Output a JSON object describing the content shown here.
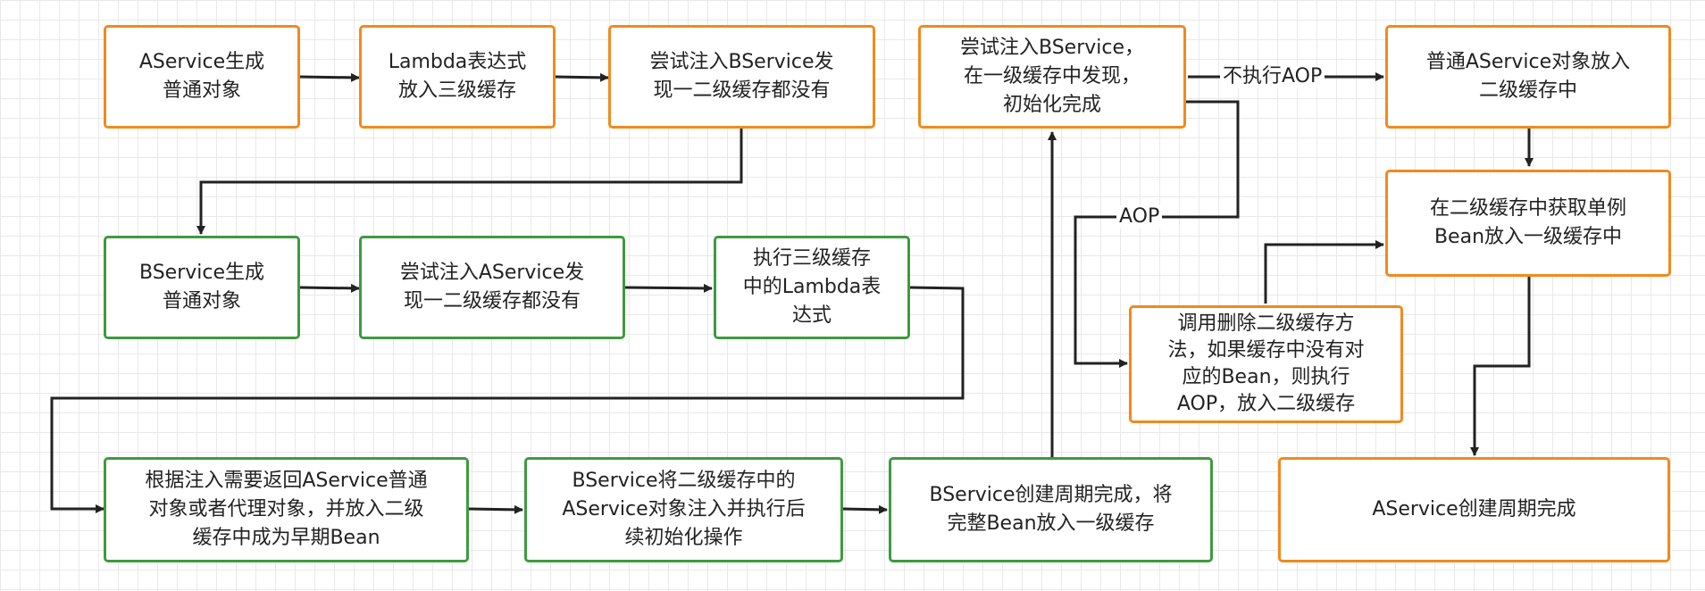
{
  "nodes": {
    "a_create": "AService生成\n普通对象",
    "lambda_put": "Lambda表达式\n放入三级缓存",
    "try_inject_b": "尝试注入BService发\n现一二级缓存都没有",
    "b_found": "尝试注入BService，\n在一级缓存中发现，\n初始化完成",
    "put_l2_plain": "普通AService对象放入\n二级缓存中",
    "get_l2_singleton": "在二级缓存中获取单例\nBean放入一级缓存中",
    "b_create": "BService生成\n普通对象",
    "try_inject_a": "尝试注入AService发\n现一二级缓存都没有",
    "exec_lambda": "执行三级缓存\n中的Lambda表\n达式",
    "call_remove_l2": "调用删除二级缓存方\n法，如果缓存中没有对\n应的Bean，则执行\nAOP，放入二级缓存",
    "return_a": "根据注入需要返回AService普通\n对象或者代理对象，并放入二级\n缓存中成为早期Bean",
    "b_inject_a": "BService将二级缓存中的\nAService对象注入并执行后\n续初始化操作",
    "b_done": "BService创建周期完成，将\n完整Bean放入一级缓存",
    "a_done": "AService创建周期完成"
  },
  "edge_labels": {
    "no_aop": "不执行AOP",
    "aop": "AOP"
  },
  "colors": {
    "orange_border": "#f08a1e",
    "green_border": "#3f9a3f",
    "line": "#222222"
  }
}
